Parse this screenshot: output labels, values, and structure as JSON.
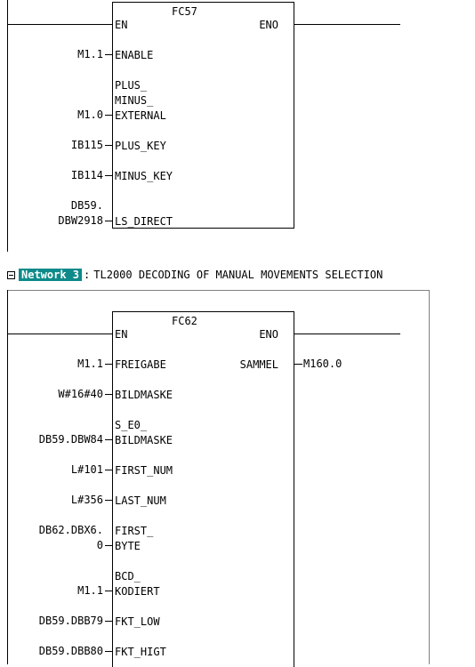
{
  "network1": {
    "block_name": "FC57",
    "en": "EN",
    "eno": "ENO",
    "inputs": [
      {
        "operand": "M1.1",
        "param": "ENABLE"
      },
      {
        "operand": "M1.0",
        "param_lines": [
          "PLUS_",
          "MINUS_",
          "EXTERNAL"
        ]
      },
      {
        "operand": "IB115",
        "param": "PLUS_KEY"
      },
      {
        "operand": "IB114",
        "param": "MINUS_KEY"
      },
      {
        "operand_lines": [
          "DB59.",
          "DBW2918"
        ],
        "param": "LS_DIRECT"
      }
    ]
  },
  "network2": {
    "label": "Network 3",
    "separator": ":",
    "title": "TL2000 DECODING OF MANUAL MOVEMENTS SELECTION",
    "block_name": "FC62",
    "en": "EN",
    "eno": "ENO",
    "output": {
      "param": "SAMMEL",
      "operand": "M160.0"
    },
    "inputs": [
      {
        "operand": "M1.1",
        "param": "FREIGABE"
      },
      {
        "operand": "W#16#40",
        "param": "BILDMASKE"
      },
      {
        "operand": "DB59.DBW84",
        "param_lines": [
          "S_E0_",
          "BILDMASKE"
        ]
      },
      {
        "operand": "L#101",
        "param": "FIRST_NUM"
      },
      {
        "operand": "L#356",
        "param": "LAST_NUM"
      },
      {
        "operand_lines": [
          "DB62.DBX6.",
          "0"
        ],
        "param_lines": [
          "FIRST_",
          "BYTE"
        ]
      },
      {
        "operand": "M1.1",
        "param_lines": [
          "BCD_",
          "KODIERT"
        ]
      },
      {
        "operand": "DB59.DBB79",
        "param": "FKT_LOW"
      },
      {
        "operand": "DB59.DBB80",
        "param": "FKT_HIGT"
      }
    ]
  }
}
